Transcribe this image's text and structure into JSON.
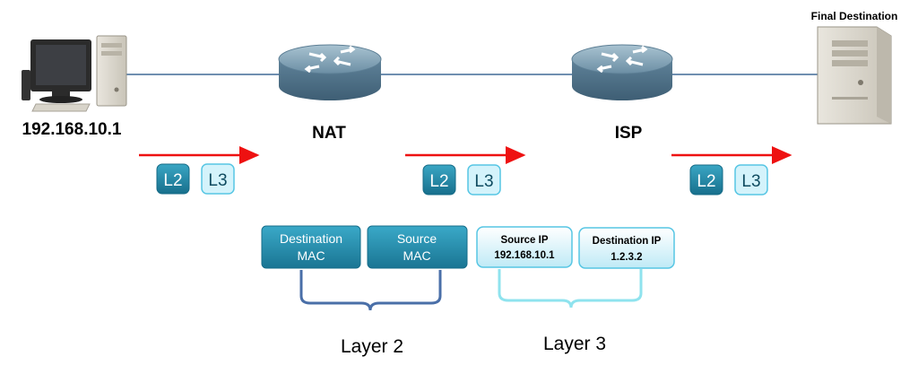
{
  "nodes": {
    "source_label": "192.168.10.1",
    "nat_label": "NAT",
    "isp_label": "ISP",
    "destination_label": "Final Destination"
  },
  "hops": [
    {
      "l2": "L2",
      "l3": "L3"
    },
    {
      "l2": "L2",
      "l3": "L3"
    },
    {
      "l2": "L2",
      "l3": "L3"
    }
  ],
  "layer2": {
    "label": "Layer 2",
    "fields": [
      {
        "line1": "Destination",
        "line2": "MAC"
      },
      {
        "line1": "Source",
        "line2": "MAC"
      }
    ]
  },
  "layer3": {
    "label": "Layer 3",
    "fields": [
      {
        "line1": "Source IP",
        "line2": "192.168.10.1"
      },
      {
        "line1": "Destination IP",
        "line2": "1.2.3.2"
      }
    ]
  },
  "colors": {
    "link_line": "#6f8fb0",
    "arrow": "#ee1111",
    "l2_fill": "#1f8aaa",
    "l3_fill": "#d4f3fb",
    "l3_border": "#57c6e4",
    "layer2_brace": "#4a6fa8",
    "layer3_brace": "#8fe3ee"
  }
}
